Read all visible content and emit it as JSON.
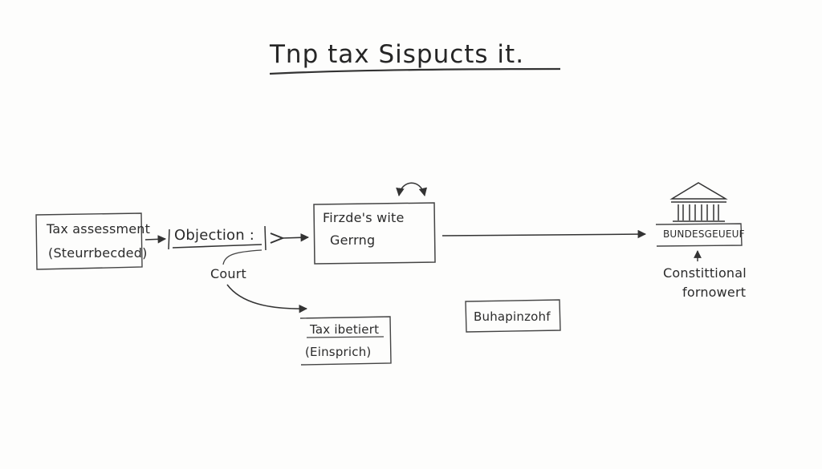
{
  "title": "Tnp tax Sispucts it.",
  "nodes": {
    "tax_assessment": {
      "line1": "Tax assessment",
      "line2": "(Steurrbecded)"
    },
    "objection": {
      "label": "Objection :"
    },
    "court": {
      "label": "Court"
    },
    "finance_court": {
      "line1": "Firzde's wite",
      "line2": "Gerrng"
    },
    "tax_ibetiert": {
      "line1": "Tax ibetiert",
      "line2": "(Einsprich)"
    },
    "buhapinzohf": {
      "label": "Buhapinzohf"
    },
    "bundesgeueuf": {
      "label": "BUNDESGEUEUF"
    },
    "constitutional": {
      "line1": "Constittional",
      "line2": "fornowert"
    }
  },
  "colors": {
    "ink": "#2b2b2b",
    "background": "#fdfdfc"
  },
  "icons": {
    "court_building": "bank-building-icon"
  }
}
